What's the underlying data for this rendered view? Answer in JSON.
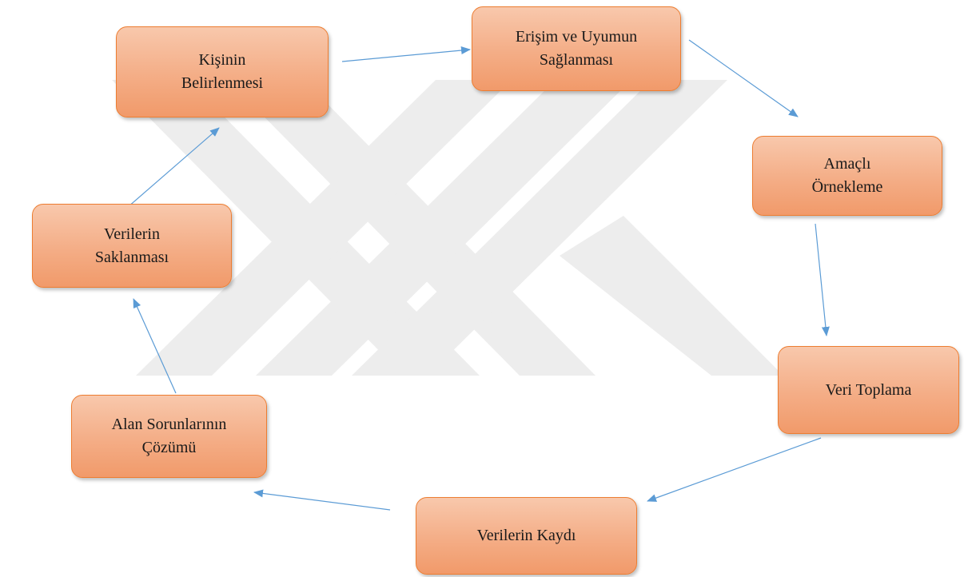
{
  "diagram": {
    "type": "cycle",
    "nodes": [
      {
        "id": "kisinin",
        "line1": "Kişinin",
        "line2": "Belirlenmesi"
      },
      {
        "id": "erisim",
        "line1": "Erişim ve Uyumun",
        "line2": "Sağlanması"
      },
      {
        "id": "amacli",
        "line1": "Amaçlı",
        "line2": "Örnekleme"
      },
      {
        "id": "veri",
        "line1": "Veri Toplama",
        "line2": ""
      },
      {
        "id": "kayit",
        "line1": "Verilerin Kaydı",
        "line2": ""
      },
      {
        "id": "alan",
        "line1": "Alan Sorunlarının",
        "line2": "Çözümü"
      },
      {
        "id": "saklanma",
        "line1": "Verilerin",
        "line2": "Saklanması"
      }
    ],
    "edges": [
      {
        "from": "kisinin",
        "to": "erisim"
      },
      {
        "from": "erisim",
        "to": "amacli"
      },
      {
        "from": "amacli",
        "to": "veri"
      },
      {
        "from": "veri",
        "to": "kayit"
      },
      {
        "from": "kayit",
        "to": "alan"
      },
      {
        "from": "alan",
        "to": "saklanma"
      },
      {
        "from": "saklanma",
        "to": "kisinin"
      }
    ],
    "colors": {
      "node_fill": "#F4AD86",
      "node_border": "#ED7D31",
      "arrow": "#5B9BD5",
      "watermark": "#E6E6E6"
    }
  }
}
